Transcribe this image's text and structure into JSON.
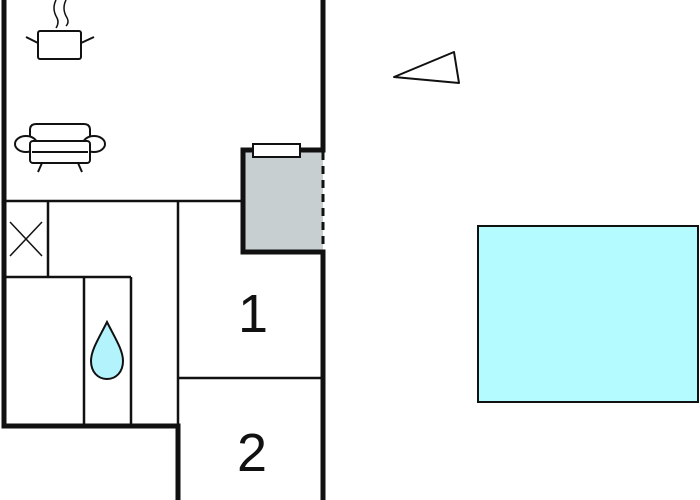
{
  "rooms": [
    {
      "id": "bedroom-1",
      "number": "1"
    },
    {
      "id": "bedroom-2",
      "number": "2"
    }
  ],
  "icons": {
    "kitchen": "cooking-pot-icon",
    "living": "sofa-icon",
    "wc": "crossed-box-icon",
    "shower": "water-drop-icon",
    "fireplace": "fireplace-icon",
    "north": "north-arrow-icon",
    "pool": "pool-icon"
  },
  "colors": {
    "wall": "#111111",
    "pool_fill": "#b3fbff",
    "fireplace_fill": "#c8cfd1",
    "drop_fill": "#b3f3fb"
  }
}
